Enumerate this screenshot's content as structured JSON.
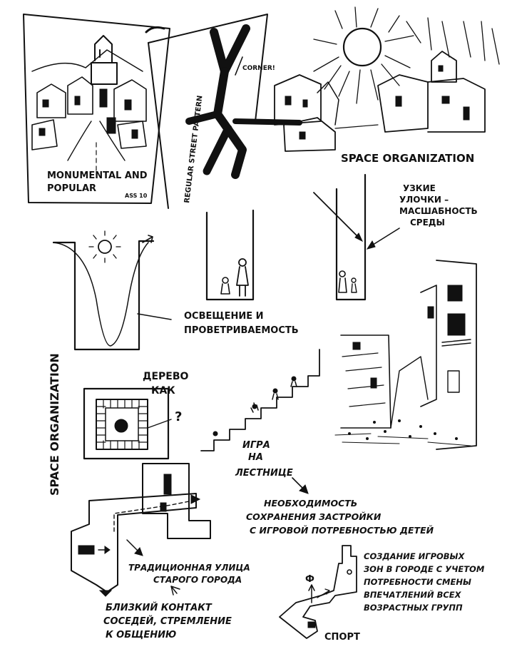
{
  "sketch1": {
    "caption_line1": "MONUMENTAL AND",
    "caption_line2": "POPULAR",
    "signature": "ASS 10"
  },
  "sketch2": {
    "side_label": "REGULAR STREET PATTERN",
    "corner_label": "CORNER!"
  },
  "sketch3": {
    "heading": "SPACE ORGANIZATION"
  },
  "narrow_street": {
    "line1": "УЗКИЕ",
    "line2": "УЛОЧКИ –",
    "line3": "МАСШАБНОСТЬ",
    "line4": "СРЕДЫ"
  },
  "light_ventilation": {
    "line1": "ОСВЕЩЕНИЕ И",
    "line2": "ПРОВЕТРИВАЕМОСТЬ"
  },
  "vertical_heading": "SPACE ORGANIZATION",
  "tree": {
    "line1": "ДЕРЕВО",
    "line2": "КАК",
    "question": "?"
  },
  "stairs": {
    "line1": "ИГРА",
    "line2": "НА",
    "line3": "ЛЕСТНИЦЕ"
  },
  "preservation": {
    "line1": "НЕОБХОДИМОСТЬ",
    "line2": "СОХРАНЕНИЯ ЗАСТРОЙКИ",
    "line3": "С ИГРОВОЙ ПОТРЕБНОСТЬЮ ДЕТЕЙ"
  },
  "old_town": {
    "line1": "ТРАДИЦИОННАЯ УЛИЦА",
    "line2": "СТАРОГО ГОРОДА"
  },
  "neighbors": {
    "line1": "БЛИЗКИЙ КОНТАКТ",
    "line2": "СОСЕДЕЙ, СТРЕМЛЕНИЕ",
    "line3": "К ОБЩЕНИЮ"
  },
  "play_zones": {
    "line1": "СОЗДАНИЕ ИГРОВЫХ",
    "line2": "ЗОН В ГОРОДЕ С УЧЕТОМ",
    "line3": "ПОТРЕБНОСТИ СМЕНЫ",
    "line4": "ВПЕЧАТЛЕНИЙ ВСЕХ",
    "line5": "ВОЗРАСТНЫХ ГРУПП"
  },
  "sport_label": "СПОРТ",
  "phi_symbol": "Ф"
}
